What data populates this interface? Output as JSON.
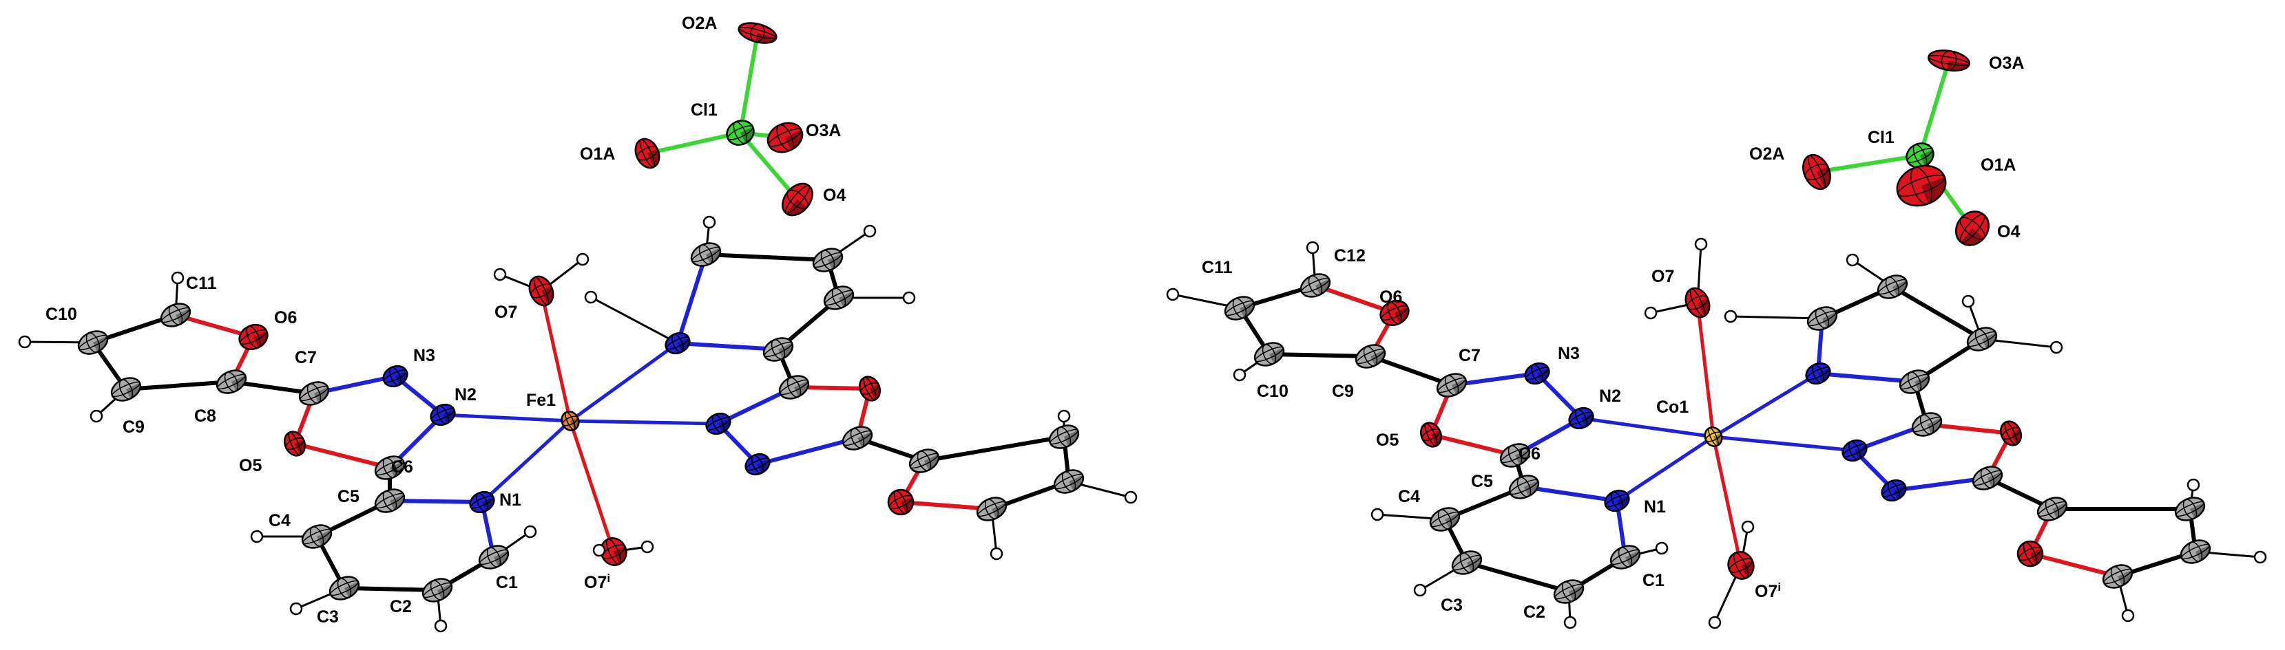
{
  "colors": {
    "carbon": "#a9a9a9",
    "nitrogen": "#1d22d6",
    "oxygen": "#e0141c",
    "chlorine": "#3bd634",
    "iron": "#e3862c",
    "cobalt": "#f2c12e",
    "hydrogen": "#ffffff",
    "bond": "#000000"
  },
  "panels": [
    {
      "id": "fe",
      "metal_label": "Fe1",
      "labels": {
        "O2A": "O2A",
        "Cl1": "Cl1",
        "O3A": "O3A",
        "O1A": "O1A",
        "O4": "O4",
        "O7": "O7",
        "O7i": "O7",
        "O7i_sup": "i",
        "C10": "C10",
        "C11": "C11",
        "O6": "O6",
        "C7": "C7",
        "N3": "N3",
        "N2": "N2",
        "C8": "C8",
        "C9": "C9",
        "O5": "O5",
        "C6": "C6",
        "C5": "C5",
        "N1": "N1",
        "C4": "C4",
        "C1": "C1",
        "C2": "C2",
        "C3": "C3",
        "M": "Fe1"
      }
    },
    {
      "id": "co",
      "metal_label": "Co1",
      "labels": {
        "O3A": "O3A",
        "Cl1": "Cl1",
        "O2A": "O2A",
        "O1A": "O1A",
        "O4": "O4",
        "O7": "O7",
        "O7i": "O7",
        "O7i_sup": "i",
        "C11": "C11",
        "C12": "C12",
        "O6": "O6",
        "C7": "C7",
        "N3": "N3",
        "N2": "N2",
        "C10": "C10",
        "C9": "C9",
        "O5": "O5",
        "C6": "C6",
        "C5": "C5",
        "N1": "N1",
        "C4": "C4",
        "C3": "C3",
        "C2": "C2",
        "C1": "C1",
        "M": "Co1"
      }
    }
  ]
}
